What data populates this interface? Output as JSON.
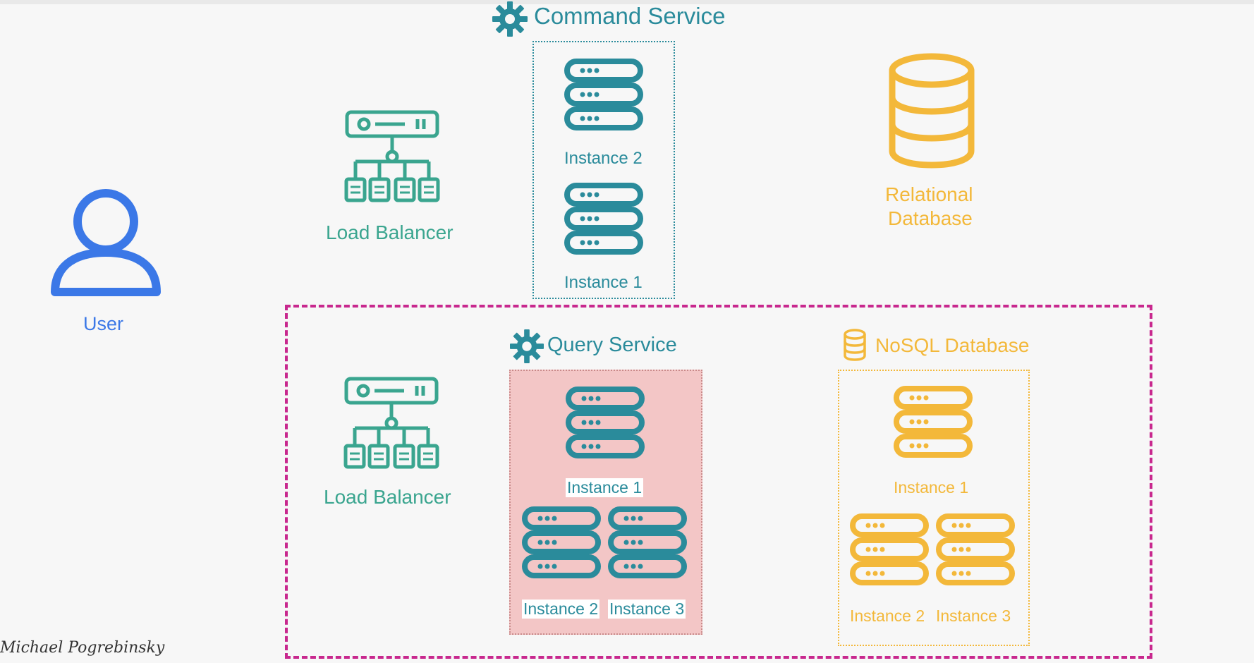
{
  "user": {
    "label": "User"
  },
  "command_service": {
    "title": "Command Service",
    "instances": [
      "Instance 2",
      "Instance 1"
    ]
  },
  "load_balancers": [
    {
      "label": "Load Balancer"
    },
    {
      "label": "Load Balancer"
    }
  ],
  "relational_db": {
    "label_line1": "Relational",
    "label_line2": "Database"
  },
  "query_service": {
    "title": "Query Service",
    "instances": [
      "Instance 1",
      "Instance 2",
      "Instance 3"
    ]
  },
  "nosql_db": {
    "title": "NoSQL Database",
    "instances": [
      "Instance 1",
      "Instance 2",
      "Instance 3"
    ]
  },
  "author": "Michael Pogrebinsky",
  "colors": {
    "teal": "#2a8b9b",
    "green": "#3aa58f",
    "gold": "#f3b83a",
    "blue": "#3b78e7",
    "magenta": "#c8288e",
    "query_fill": "#f3c6c6"
  }
}
